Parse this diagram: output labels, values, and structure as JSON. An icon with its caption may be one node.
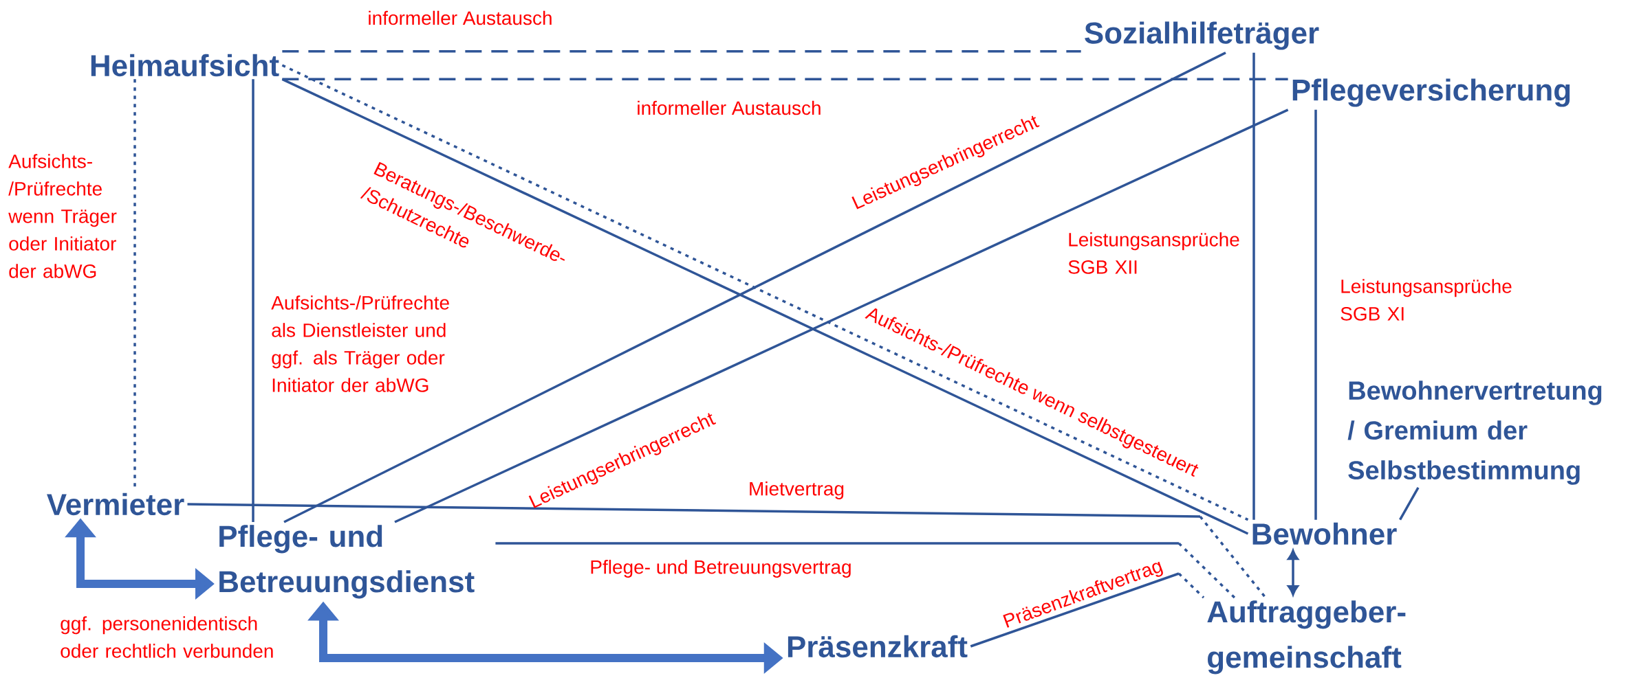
{
  "diagram": {
    "nodes": [
      {
        "text": [
          "Heimaufsicht"
        ]
      },
      {
        "text": [
          "Sozialhilfeträger"
        ]
      },
      {
        "text": [
          "Pflegeversicherung"
        ]
      },
      {
        "text": [
          "Vermieter"
        ]
      },
      {
        "text": [
          "Pflege- und Betreuungsdienst"
        ]
      },
      {
        "text": [
          "Präsenzkraft"
        ]
      },
      {
        "text": [
          "Bewohnervertretung / Gremium der Selbstbestimmung"
        ]
      },
      {
        "text": [
          "Bewohner"
        ]
      },
      {
        "text": [
          "Auftraggeber- gemeinschaft"
        ]
      }
    ],
    "edges": [
      {
        "from": 0,
        "to": 1,
        "arrow": "none",
        "style": "dashed",
        "label": "informeller Austausch"
      },
      {
        "from": 0,
        "to": 2,
        "arrow": "none",
        "style": "dashed",
        "label": "informeller Austausch"
      },
      {
        "from": 0,
        "to": 3,
        "arrow": "none",
        "style": "dashed",
        "label": "Aufsichts- /Prüfrechte wenn Träger oder Initiator der abWG"
      },
      {
        "from": 0,
        "to": 4,
        "arrow": "none",
        "label": "Aufsichts-/Prüfrechte als Dienstleister und ggf. als Träger oder Initiator der abWG"
      },
      {
        "from": 0,
        "to": 7,
        "arrow": "none",
        "label": "Beratungs-/Beschwerde- /Schutzrechte"
      },
      {
        "from": 0,
        "to": 7,
        "arrow": "none",
        "style": "dashed",
        "label": "Aufsichts-/Prüfrechte wenn selbstgesteuert"
      },
      {
        "from": 1,
        "to": 4,
        "arrow": "none",
        "label": "Leistungserbringerrecht"
      },
      {
        "from": 2,
        "to": 4,
        "arrow": "none",
        "label": "Leistungserbringerrecht"
      },
      {
        "from": 1,
        "to": 7,
        "arrow": "none",
        "label": "Leistungsansprüche SGB XII"
      },
      {
        "from": 2,
        "to": 7,
        "arrow": "none",
        "label": "Leistungsansprüche SGB XI"
      },
      {
        "from": 3,
        "to": 8,
        "arrow": "none",
        "label": "Mietvertrag"
      },
      {
        "from": 4,
        "to": 8,
        "arrow": "none",
        "label": "Pflege- und Betreuungsvertrag"
      },
      {
        "from": 5,
        "to": 8,
        "arrow": "none",
        "label": "Präsenzkraftvertrag"
      },
      {
        "from": 6,
        "to": 7,
        "arrow": "none"
      },
      {
        "from": 7,
        "to": 8,
        "arrow": "both"
      },
      {
        "from": 3,
        "to": 4,
        "arrow": "both",
        "style": "thick",
        "color": "#4472c4"
      },
      {
        "from": 4,
        "to": 5,
        "arrow": "both",
        "style": "thick",
        "color": "#4472c4"
      }
    ],
    "labels": [
      "ggf. personenidentisch oder rechtlich verbunden"
    ]
  }
}
